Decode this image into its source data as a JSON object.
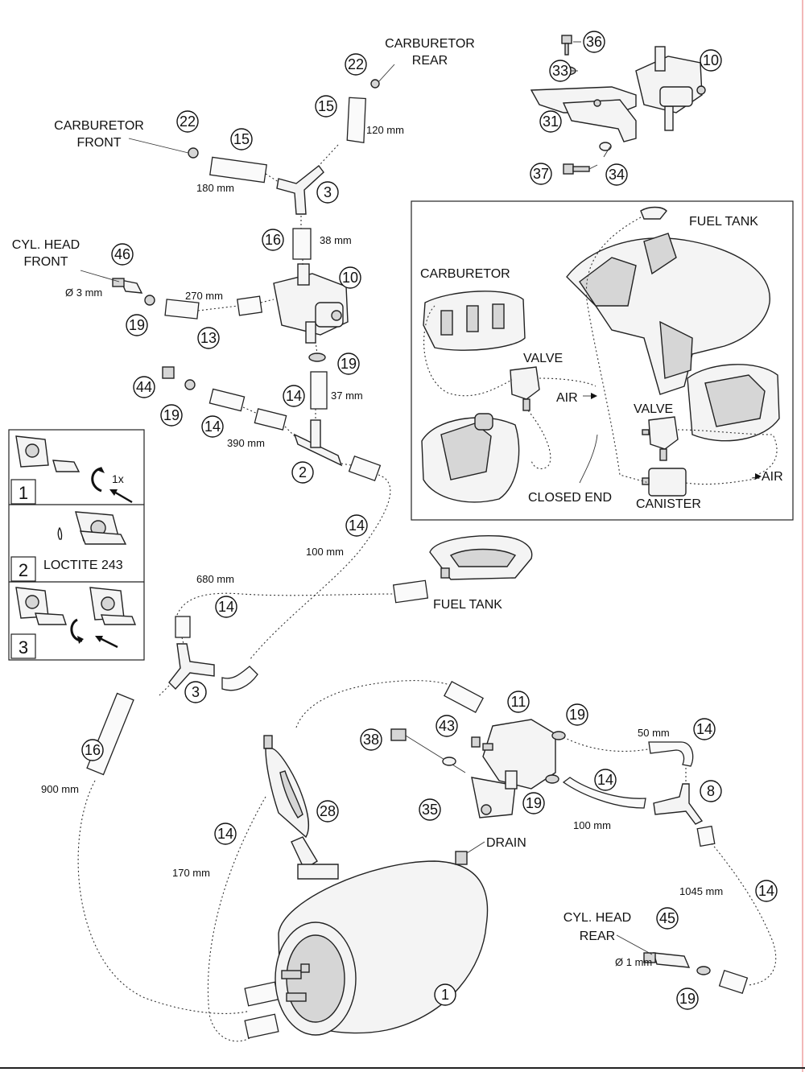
{
  "labels": {
    "carb_rear": [
      "CARBURETOR",
      "REAR"
    ],
    "carb_front": [
      "CARBURETOR",
      "FRONT"
    ],
    "cyl_head_front": [
      "CYL. HEAD",
      "FRONT"
    ],
    "cyl_head_rear": [
      "CYL. HEAD",
      "REAR"
    ],
    "dia_front": "Ø 3 mm",
    "dia_rear": "Ø 1 mm",
    "fuel_tank_main": "FUEL TANK",
    "drain": "DRAIN"
  },
  "inset": {
    "fuel_tank": "FUEL TANK",
    "carburetor": "CARBURETOR",
    "valve1": "VALVE",
    "air1": "AIR",
    "valve2": "VALVE",
    "closed_end": "CLOSED END",
    "canister": "CANISTER",
    "air2": "AIR"
  },
  "steps": {
    "s1": {
      "num": "1",
      "note": "1x"
    },
    "s2": {
      "num": "2",
      "note": "LOCTITE 243"
    },
    "s3": {
      "num": "3"
    }
  },
  "dimensions": {
    "d120": "120 mm",
    "d180": "180 mm",
    "d38": "38 mm",
    "d270": "270 mm",
    "d37": "37 mm",
    "d390": "390 mm",
    "d100a": "100 mm",
    "d680": "680 mm",
    "d900": "900 mm",
    "d170": "170 mm",
    "d50": "50 mm",
    "d100b": "100 mm",
    "d1045": "1045 mm"
  },
  "callouts": {
    "c36": "36",
    "c33": "33",
    "c10a": "10",
    "c31": "31",
    "c37": "37",
    "c34": "34",
    "c22a": "22",
    "c15a": "15",
    "c22b": "22",
    "c15b": "15",
    "c3a": "3",
    "c16a": "16",
    "c46": "46",
    "c10b": "10",
    "c19a": "19",
    "c13": "13",
    "c19b": "19",
    "c44": "44",
    "c19c": "19",
    "c14a": "14",
    "c14b": "14",
    "c2": "2",
    "c14c": "14",
    "c14d": "14",
    "c3b": "3",
    "c16b": "16",
    "c11": "11",
    "c19d": "19",
    "c14e": "14",
    "c43": "43",
    "c38": "38",
    "c35": "35",
    "c19e": "19",
    "c14f": "14",
    "c8": "8",
    "c28": "28",
    "c14g": "14",
    "c14h": "14",
    "c45": "45",
    "c19f": "19",
    "c1": "1"
  }
}
